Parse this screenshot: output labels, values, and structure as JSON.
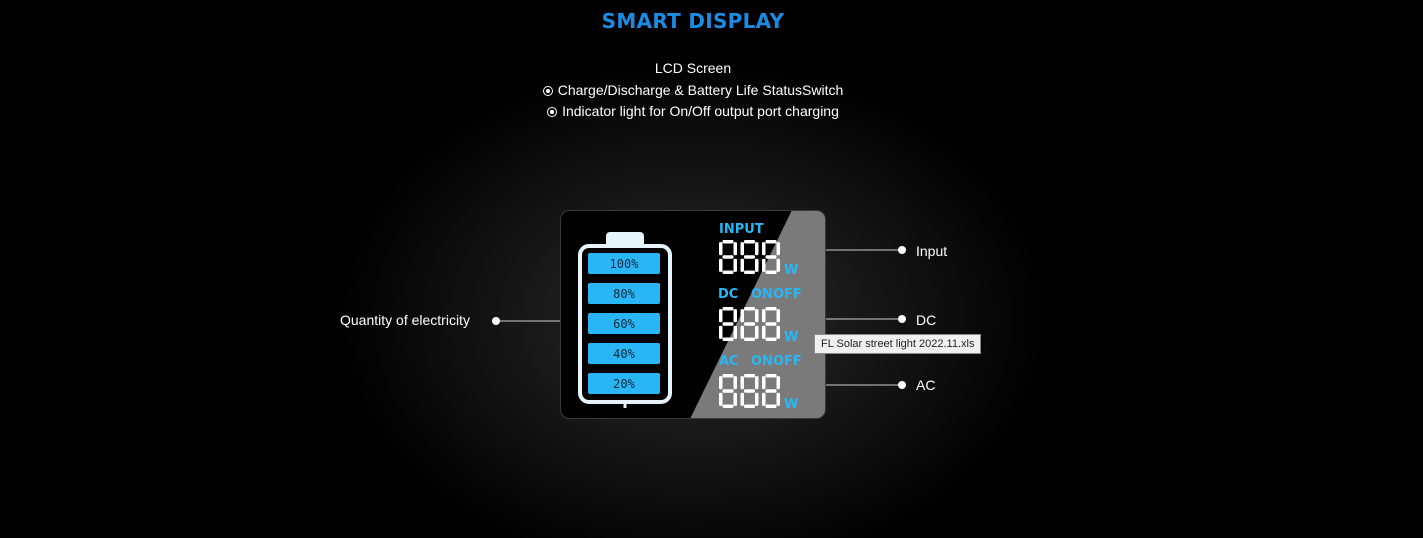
{
  "header": {
    "title": "SMART DISPLAY",
    "subtitle": "LCD Screen",
    "bullets": [
      "Charge/Discharge & Battery Life StatusSwitch",
      "Indicator light for On/Off output port charging"
    ]
  },
  "lcd": {
    "battery_levels": [
      "100%",
      "80%",
      "60%",
      "40%",
      "20%"
    ],
    "input_label": "INPUT",
    "dc_label": "DC",
    "ac_label": "AC",
    "on_label": "ON",
    "off_label": "OFF",
    "digits": "888",
    "unit": "W"
  },
  "callouts": {
    "input": "Input",
    "dc": "DC",
    "ac": "AC",
    "quantity": "Quantity of electricity"
  },
  "tooltip": {
    "text": "FL Solar street light 2022.11.xls"
  },
  "colors": {
    "accent": "#1a8ce4",
    "lcd_blue": "#29b6f6",
    "lcd_digit": "#ffffff",
    "lcd_dark": "#000000",
    "lcd_gray": "#7a7a7a"
  }
}
